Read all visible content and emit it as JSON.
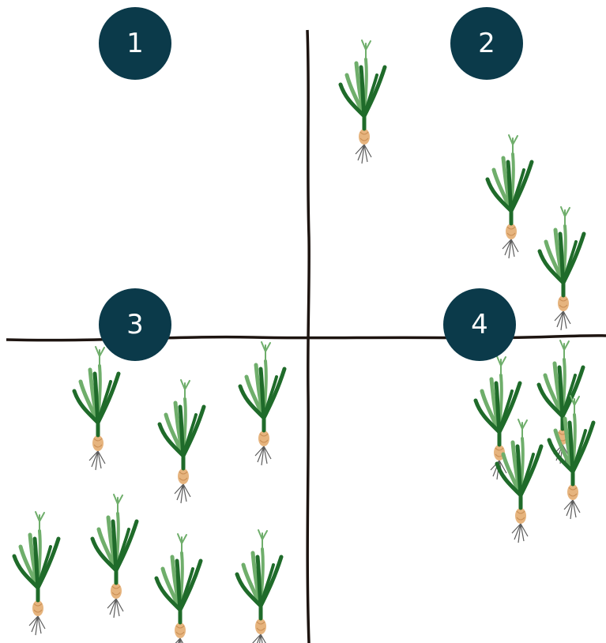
{
  "badge_color": "#0b3a4a",
  "axis_color": "#1d1410",
  "plant_colors": {
    "dark_leaf": "#1f6b2a",
    "light_leaf": "#6fae6b",
    "bulb": "#e6b47e",
    "roots": "#5d5d5d"
  },
  "quadrants": [
    {
      "label": "1",
      "plant_count": 0
    },
    {
      "label": "2",
      "plant_count": 3
    },
    {
      "label": "3",
      "plant_count": 7
    },
    {
      "label": "4",
      "plant_count": 4
    }
  ],
  "icons": {
    "plant": "onion-plant-icon"
  }
}
